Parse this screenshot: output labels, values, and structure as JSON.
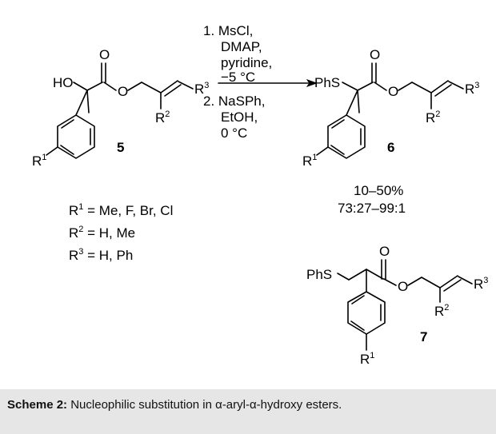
{
  "compounds": {
    "c5": {
      "label": "5",
      "hydroxy": "HO",
      "carbonyl_o": "O",
      "ester_o": "O",
      "r1": "R",
      "r1_sub": "1",
      "r2": "R",
      "r2_sub": "2",
      "r3": "R",
      "r3_sub": "3"
    },
    "c6": {
      "label": "6",
      "phs": "PhS",
      "carbonyl_o": "O",
      "ester_o": "O",
      "r1": "R",
      "r1_sub": "1",
      "r2": "R",
      "r2_sub": "2",
      "r3": "R",
      "r3_sub": "3"
    },
    "c7": {
      "label": "7",
      "phs": "PhS",
      "carbonyl_o": "O",
      "ester_o": "O",
      "r1": "R",
      "r1_sub": "1",
      "r2": "R",
      "r2_sub": "2",
      "r3": "R",
      "r3_sub": "3"
    }
  },
  "conditions": {
    "step1": [
      "1. MsCl,",
      "DMAP,",
      "pyridine,",
      "−5 °C"
    ],
    "step2": [
      "2. NaSPh,",
      "EtOH,",
      "0 °C"
    ]
  },
  "substituents": {
    "r1": {
      "sym": "R",
      "sub": "1",
      "value": " = Me, F, Br, Cl"
    },
    "r2": {
      "sym": "R",
      "sub": "2",
      "value": " = H, Me"
    },
    "r3": {
      "sym": "R",
      "sub": "3",
      "value": " = H, Ph"
    }
  },
  "results": {
    "yield": "10–50%",
    "ratio": "73:27–99:1"
  },
  "caption": {
    "label": "Scheme 2:",
    "text": " Nucleophilic substitution in α-aryl-α-hydroxy esters."
  }
}
